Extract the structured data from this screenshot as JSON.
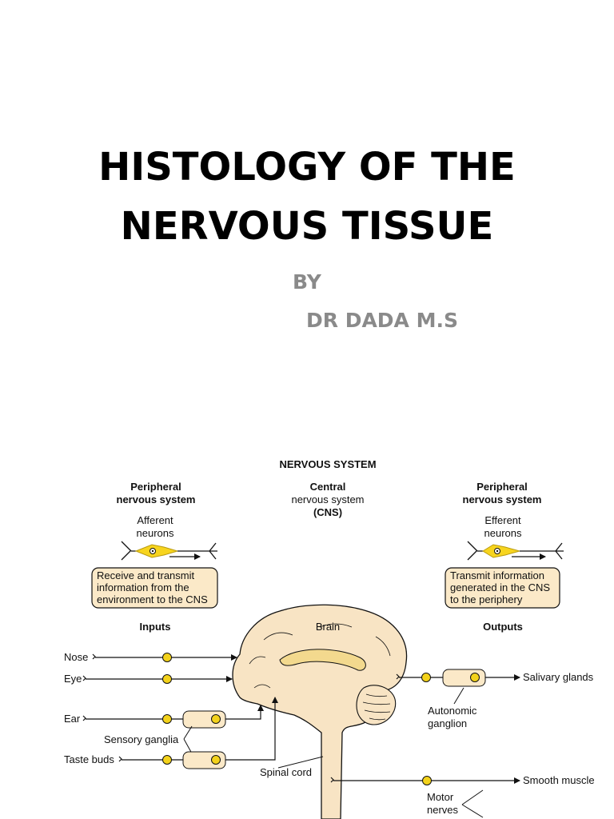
{
  "slide": {
    "title_line1": "HISTOLOGY OF  THE",
    "title_line2": "NERVOUS TISSUE",
    "by": "BY",
    "author": "DR DADA M.S"
  },
  "diagram": {
    "heading": "NERVOUS SYSTEM",
    "left_header": [
      "Peripheral",
      "nervous system"
    ],
    "center_header": [
      "Central",
      "nervous system",
      "(CNS)"
    ],
    "right_header": [
      "Peripheral",
      "nervous system"
    ],
    "afferent": [
      "Afferent",
      "neurons"
    ],
    "efferent": [
      "Efferent",
      "neurons"
    ],
    "afferent_box": [
      "Receive and transmit",
      "information from the",
      "environment to the CNS"
    ],
    "efferent_box": [
      "Transmit information",
      "generated in the CNS",
      "to the periphery"
    ],
    "inputs_label": "Inputs",
    "outputs_label": "Outputs",
    "brain_label": "Brain",
    "inputs": [
      "Nose",
      "Eye",
      "Ear",
      "Taste buds"
    ],
    "sensory_ganglia": "Sensory ganglia",
    "spinal_cord": "Spinal cord",
    "outputs": [
      "Salivary glands",
      "Smooth muscle"
    ],
    "autonomic_ganglion": [
      "Autonomic",
      "ganglion"
    ],
    "motor_nerves": [
      "Motor",
      "nerves"
    ],
    "colors": {
      "brain_fill": "#f8e4c4",
      "box_fill": "#fbe9c8",
      "neuron_fill": "#f7d41e",
      "node_fill": "#f3d21b"
    }
  }
}
